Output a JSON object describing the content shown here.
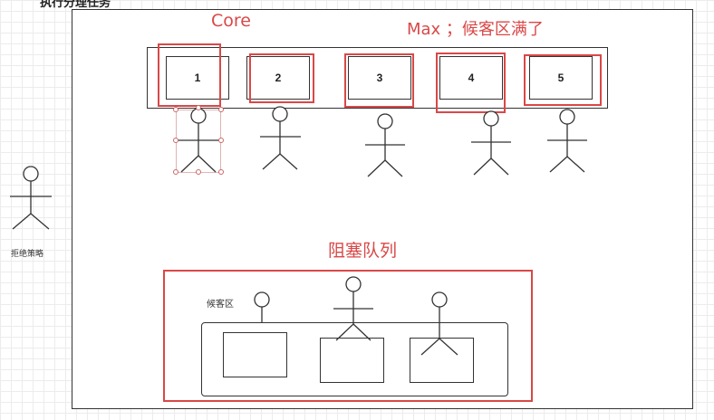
{
  "header": {
    "cut_off_text": "执行分理任务"
  },
  "labels": {
    "core": "Core",
    "max": "Max ；候客区满了",
    "blocking_queue": "阻塞队列",
    "waiting_area": "候客区",
    "reject_policy": "拒绝策略"
  },
  "threads": [
    "1",
    "2",
    "3",
    "4",
    "5"
  ],
  "colors": {
    "highlight": "#d94848",
    "stroke": "#333333"
  }
}
